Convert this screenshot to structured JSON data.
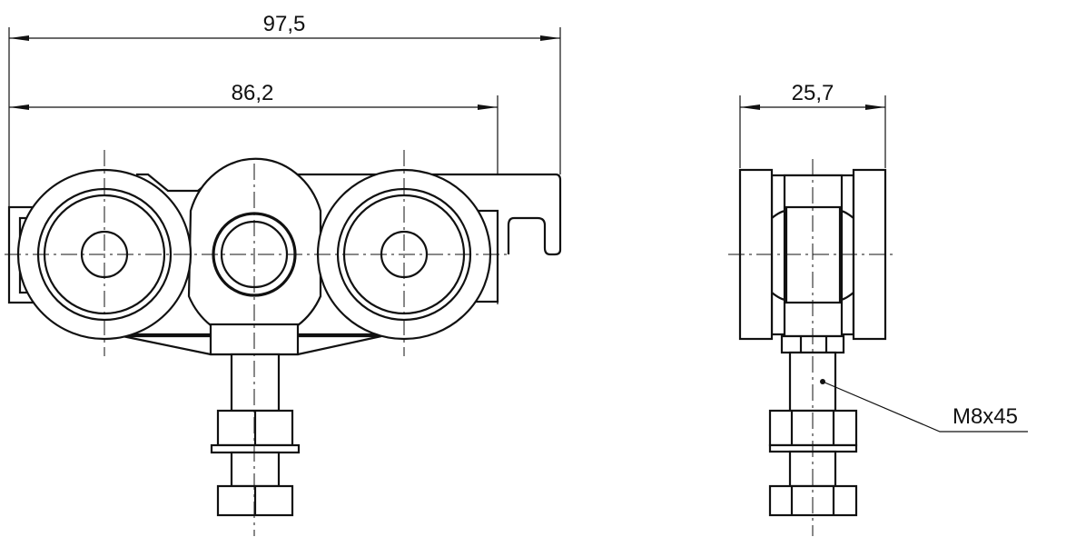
{
  "dimensions": {
    "overall_length": "97,5",
    "wheel_span": "86,2",
    "width": "25,7"
  },
  "callouts": {
    "bolt": "M8x45"
  }
}
